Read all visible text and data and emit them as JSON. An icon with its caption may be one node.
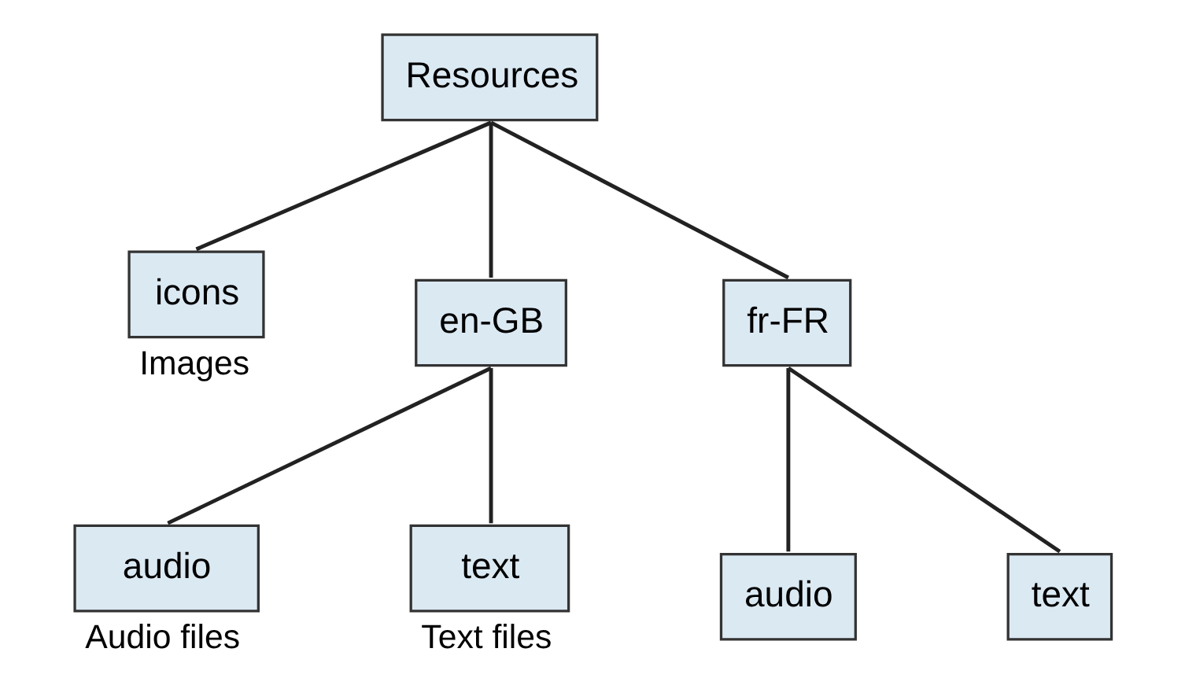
{
  "diagram": {
    "nodes": [
      {
        "text": [
          "Resources"
        ]
      },
      {
        "text": [
          "icons"
        ],
        "beside": [
          "Images"
        ]
      },
      {
        "text": [
          "en-GB"
        ]
      },
      {
        "text": [
          "fr-FR"
        ]
      },
      {
        "text": [
          "audio"
        ],
        "beside": [
          "Audio files"
        ]
      },
      {
        "text": [
          "text"
        ],
        "beside": [
          "Text files"
        ]
      },
      {
        "text": [
          "audio"
        ]
      },
      {
        "text": [
          "text"
        ]
      }
    ],
    "edges": [
      {
        "from": 0,
        "to": 1,
        "arrow": "none"
      },
      {
        "from": 0,
        "to": 2,
        "arrow": "none"
      },
      {
        "from": 0,
        "to": 3,
        "arrow": "none"
      },
      {
        "from": 2,
        "to": 4,
        "arrow": "none"
      },
      {
        "from": 2,
        "to": 5,
        "arrow": "none"
      },
      {
        "from": 3,
        "to": 6,
        "arrow": "none"
      },
      {
        "from": 3,
        "to": 7,
        "arrow": "none"
      }
    ]
  }
}
